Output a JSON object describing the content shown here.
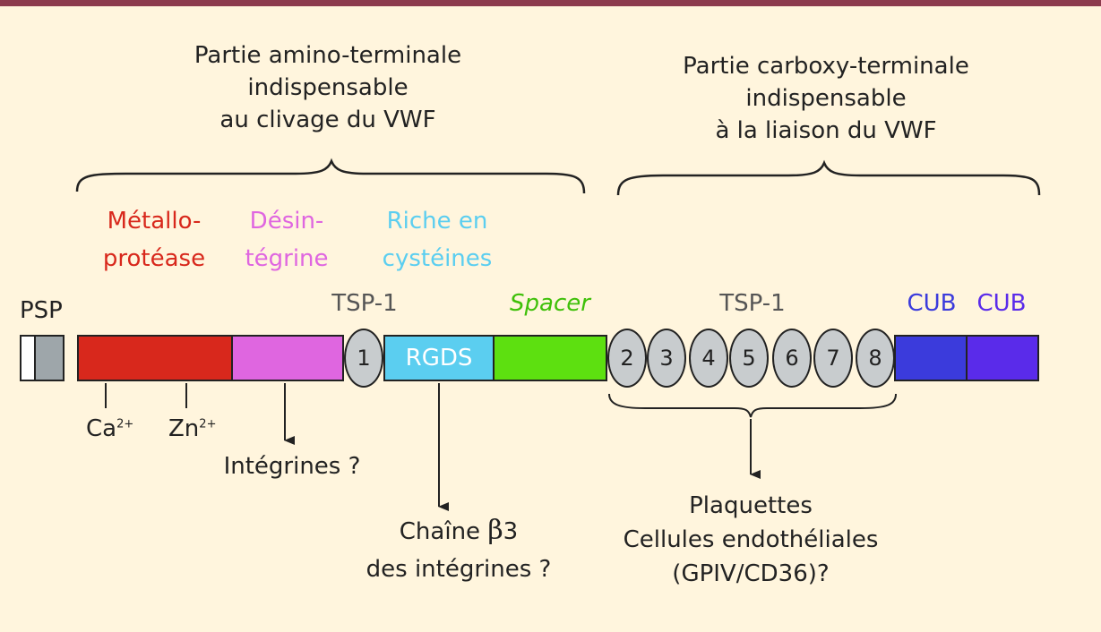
{
  "amino_heading": [
    "Partie amino-terminale",
    "indispensable",
    "au clivage du VWF"
  ],
  "carboxy_heading": [
    "Partie carboxy-terminale",
    "indispensable",
    "à la liaison du VWF"
  ],
  "domains": {
    "metalloprotease": {
      "lines": [
        "Métallo-",
        "protéase"
      ],
      "color": "#d8281c"
    },
    "desintegrine": {
      "lines": [
        "Désin-",
        "tégrine"
      ],
      "color": "#df66e0"
    },
    "riche_cysteines": {
      "lines": [
        "Riche en",
        "cystéines"
      ],
      "color": "#5bcef0"
    },
    "spacer": {
      "label": "Spacer",
      "color": "#5de010"
    },
    "psp": {
      "label": "PSP",
      "color": "#9ea6aa"
    },
    "tsp1_first": {
      "label": "TSP-1",
      "number": "1"
    },
    "tsp1_repeats": {
      "label": "TSP-1",
      "numbers": [
        "2",
        "3",
        "4",
        "5",
        "6",
        "7",
        "8"
      ]
    },
    "cub_1": {
      "label": "CUB",
      "color": "#3b3bdc"
    },
    "cub_2": {
      "label": "CUB",
      "color": "#5a2bea"
    },
    "oval_color": "#c8ccce"
  },
  "rgds_label": "RGDS",
  "annotations": {
    "calcium": {
      "base": "Ca",
      "sup": "2+"
    },
    "zinc": {
      "base": "Zn",
      "sup": "2+"
    },
    "integrines": "Intégrines ?",
    "chaine_b3": {
      "prefix": "Chaîne ",
      "beta": "β",
      "suffix": "3",
      "line2": "des intégrines ?"
    },
    "plaquettes": [
      "Plaquettes",
      "Cellules endothéliales",
      "(GPIV/CD36)?"
    ]
  },
  "colors": {
    "background": "#fff5dd",
    "top_rule": "#8c3a4d",
    "ink": "#222222",
    "tsp_label": "#555555"
  }
}
